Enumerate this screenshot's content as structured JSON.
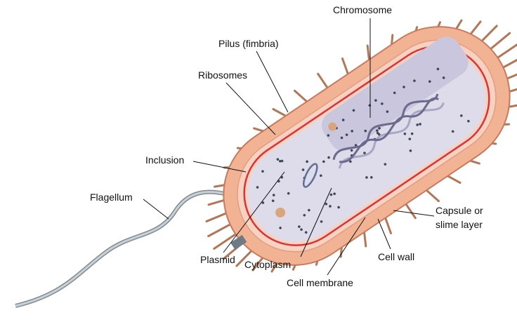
{
  "title": "Prokaryotic cell structure",
  "labels": {
    "chromosome": "Chromosome",
    "pilus": "Pilus (fimbria)",
    "ribosomes": "Ribosomes",
    "inclusion": "Inclusion",
    "flagellum": "Flagellum",
    "plasmid": "Plasmid",
    "cytoplasm": "Cytoplasm",
    "cell_membrane": "Cell membrane",
    "cell_wall": "Cell wall",
    "capsule_line1": "Capsule or",
    "capsule_line2": "slime layer"
  },
  "colors": {
    "capsule": "#f2b394",
    "capsule_edge": "#c97a5e",
    "wall": "#f7d2c0",
    "membrane": "#d9333a",
    "cytoplasm": "#dedcea",
    "chromosome": "#9c9ab8",
    "flagellum": "#aab4bc"
  }
}
